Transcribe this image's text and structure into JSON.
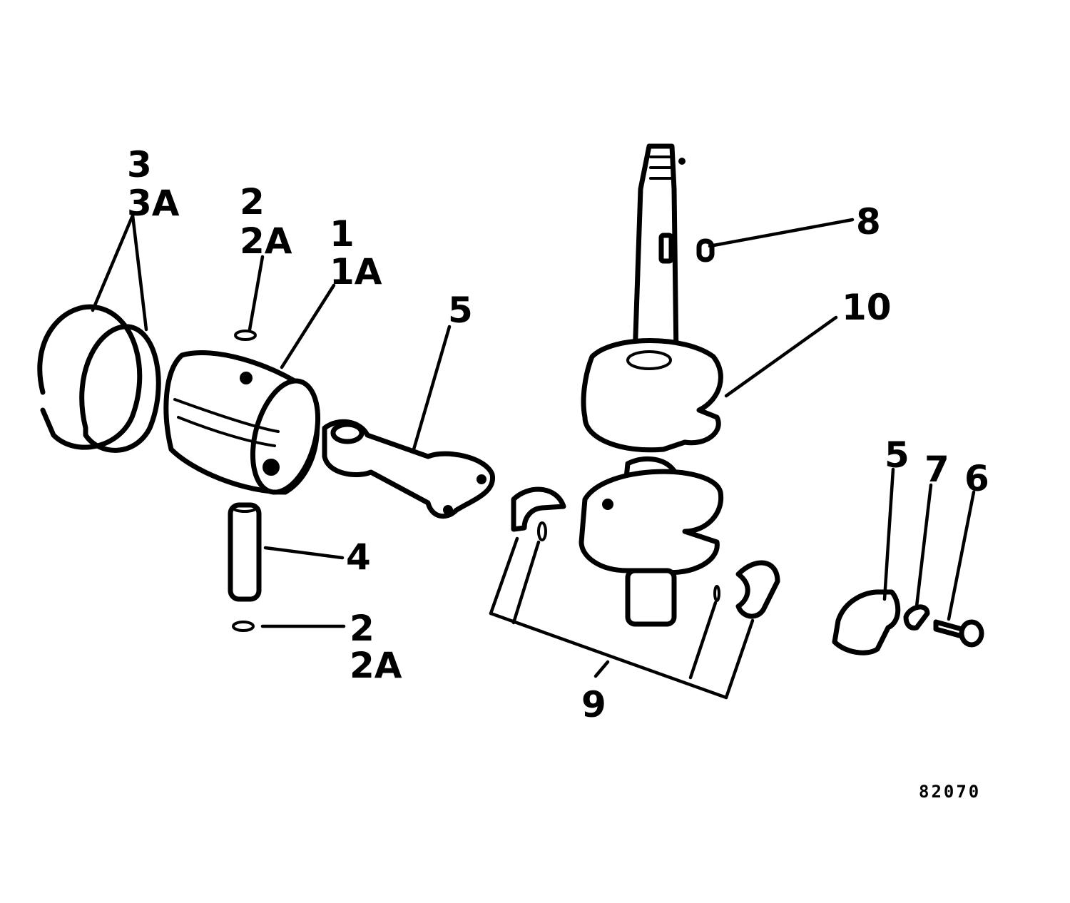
{
  "callouts": {
    "c3": "3",
    "c3a": "3A",
    "c2_top": "2",
    "c2a_top": "2A",
    "c1": "1",
    "c1a": "1A",
    "c5_rod": "5",
    "c8": "8",
    "c10": "10",
    "c4": "4",
    "c2_bot": "2",
    "c2a_bot": "2A",
    "c5_cap": "5",
    "c7": "7",
    "c6": "6",
    "c9": "9"
  },
  "figure_number": "82070",
  "colors": {
    "ink": "#000000",
    "paper": "#ffffff"
  }
}
